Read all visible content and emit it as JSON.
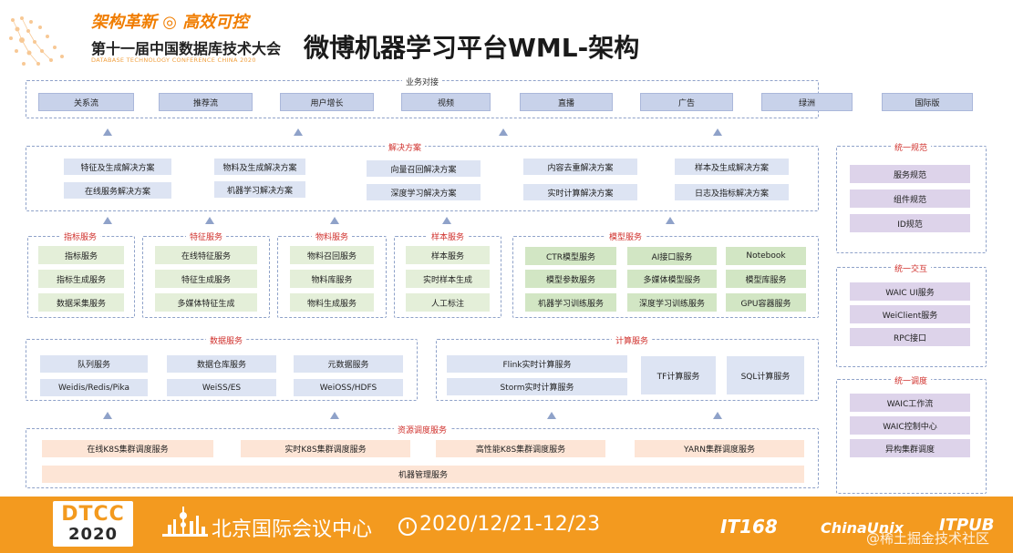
{
  "header": {
    "slogan": "架构革新 ◎ 高效可控",
    "conference": "第十一届中国数据库技术大会",
    "conference_en": "DATABASE TECHNOLOGY CONFERENCE CHINA 2020",
    "title": "微博机器学习平台WML-架构"
  },
  "business": {
    "label": "业务对接",
    "items": [
      "关系流",
      "推荐流",
      "用户增长",
      "视频",
      "直播",
      "广告",
      "绿洲",
      "国际版"
    ]
  },
  "solutions": {
    "label": "解决方案",
    "items": [
      "特征及生成解决方案",
      "物料及生成解决方案",
      "向量召回解决方案",
      "内容去重解决方案",
      "样本及生成解决方案",
      "在线服务解决方案",
      "机器学习解决方案",
      "深度学习解决方案",
      "实时计算解决方案",
      "日志及指标解决方案"
    ]
  },
  "metric_service": {
    "label": "指标服务",
    "items": [
      "指标服务",
      "指标生成服务",
      "数据采集服务"
    ]
  },
  "feature_service": {
    "label": "特征服务",
    "items": [
      "在线特征服务",
      "特征生成服务",
      "多媒体特征生成"
    ]
  },
  "material_service": {
    "label": "物料服务",
    "items": [
      "物料召回服务",
      "物料库服务",
      "物料生成服务"
    ]
  },
  "sample_service": {
    "label": "样本服务",
    "items": [
      "样本服务",
      "实时样本生成",
      "人工标注"
    ]
  },
  "model_service": {
    "label": "模型服务",
    "items": [
      "CTR模型服务",
      "AI接口服务",
      "Notebook",
      "模型参数服务",
      "多媒体模型服务",
      "模型库服务",
      "机器学习训练服务",
      "深度学习训练服务",
      "GPU容器服务"
    ]
  },
  "data_service": {
    "label": "数据服务",
    "items": [
      "队列服务",
      "数据仓库服务",
      "元数据服务",
      "Weidis/Redis/Pika",
      "WeiSS/ES",
      "WeiOSS/HDFS"
    ]
  },
  "compute_service": {
    "label": "计算服务",
    "items": [
      "Flink实时计算服务",
      "Storm实时计算服务",
      "TF计算服务",
      "SQL计算服务"
    ]
  },
  "resource_service": {
    "label": "资源调度服务",
    "items": [
      "在线K8S集群调度服务",
      "实时K8S集群调度服务",
      "高性能K8S集群调度服务",
      "YARN集群调度服务",
      "机器管理服务"
    ]
  },
  "unified_spec": {
    "label": "统一规范",
    "items": [
      "服务规范",
      "组件规范",
      "ID规范"
    ]
  },
  "unified_interact": {
    "label": "统一交互",
    "items": [
      "WAIC UI服务",
      "WeiClient服务",
      "RPC接口"
    ]
  },
  "unified_schedule": {
    "label": "统一调度",
    "items": [
      "WAIC工作流",
      "WAIC控制中心",
      "异构集群调度"
    ]
  },
  "footer": {
    "brand": "DTCC",
    "year": "2020",
    "venue": "北京国际会议中心",
    "date": "2020/12/21-12/23",
    "partners": [
      "IT168",
      "ChinaUnix",
      "ITPUB"
    ],
    "watermark": "@稀土掘金技术社区"
  },
  "colors": {
    "accent": "#f39a1f",
    "frame": "#8fa2c9",
    "label_red": "#d0312d"
  }
}
